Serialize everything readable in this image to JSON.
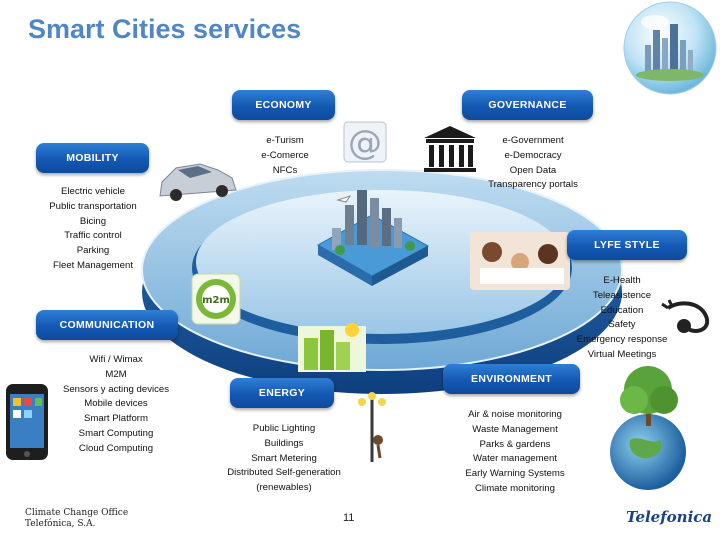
{
  "title": "Smart Cities services",
  "categories": {
    "economy": {
      "label": "ECONOMY",
      "items": [
        "e-Turism",
        "e-Comerce",
        "NFCs"
      ]
    },
    "governance": {
      "label": "GOVERNANCE",
      "items": [
        "e-Government",
        "e-Democracy",
        "Open Data",
        "Transparency portals"
      ]
    },
    "mobility": {
      "label": "MOBILITY",
      "items": [
        "Electric vehicle",
        "Public transportation",
        "Bicing",
        "Traffic control",
        "Parking",
        "Fleet Management"
      ]
    },
    "lyfestyle": {
      "label": "LYFE STYLE",
      "items": [
        "E-Health",
        "Teleasistence",
        "Education",
        "Safety",
        "Emergency response",
        "Virtual Meetings"
      ]
    },
    "communication": {
      "label": "COMMUNICATION",
      "items": [
        "Wifi / Wimax",
        "M2M",
        "Sensors y acting devices",
        "Mobile devices",
        "Smart Platform",
        "Smart Computing",
        "Cloud Computing"
      ]
    },
    "energy": {
      "label": "ENERGY",
      "items": [
        "Public Lighting",
        "Buildings",
        "Smart Metering",
        "Distributed Self-generation",
        "(renewables)"
      ]
    },
    "environment": {
      "label": "ENVIRONMENT",
      "items": [
        "Air & noise monitoring",
        "Waste Management",
        "Parks & gardens",
        "Water management",
        "Early Warning Systems",
        "Climate monitoring"
      ]
    }
  },
  "m2m_logo_text": "m2m",
  "at_symbol": "@",
  "footer": {
    "line1": "Climate Change Office",
    "line2": "Telefónica, S.A."
  },
  "page_number": "11",
  "brand": "Telefonica",
  "colors": {
    "title": "#4f86c6",
    "pill": "#1458b4",
    "platform": "#3a86c8"
  }
}
